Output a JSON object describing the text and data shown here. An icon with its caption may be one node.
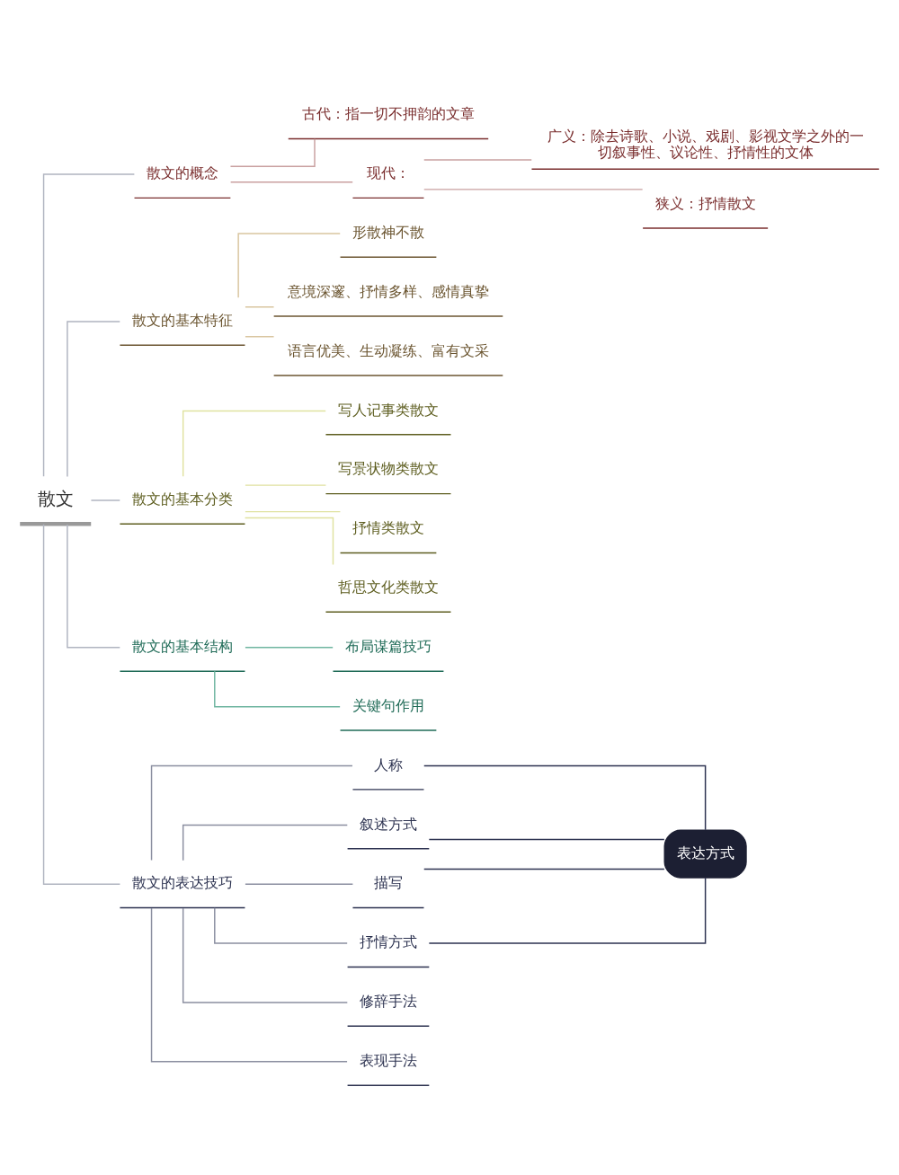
{
  "diagram": {
    "nodes": [
      {
        "text": [
          "散文"
        ]
      },
      {
        "text": [
          "散文的概念"
        ]
      },
      {
        "text": [
          "古代：指一切不押韵的文章"
        ]
      },
      {
        "text": [
          "现代："
        ]
      },
      {
        "text": [
          "广义：除去诗歌、小说、戏剧、影视文学之外的一切叙事性、议论性、抒情性的文体"
        ]
      },
      {
        "text": [
          "狭义：抒情散文"
        ]
      },
      {
        "text": [
          "散文的基本特征"
        ]
      },
      {
        "text": [
          "形散神不散"
        ]
      },
      {
        "text": [
          "意境深邃、抒情多样、感情真挚"
        ]
      },
      {
        "text": [
          "语言优美、生动凝练、富有文采"
        ]
      },
      {
        "text": [
          "散文的基本分类"
        ]
      },
      {
        "text": [
          "写人记事类散文"
        ]
      },
      {
        "text": [
          "写景状物类散文"
        ]
      },
      {
        "text": [
          "抒情类散文"
        ]
      },
      {
        "text": [
          "哲思文化类散文"
        ]
      },
      {
        "text": [
          "散文的基本结构"
        ]
      },
      {
        "text": [
          "布局谋篇技巧"
        ]
      },
      {
        "text": [
          "关键句作用"
        ]
      },
      {
        "text": [
          "散文的表达技巧"
        ]
      },
      {
        "text": [
          "人称"
        ]
      },
      {
        "text": [
          "叙述方式"
        ]
      },
      {
        "text": [
          "描写"
        ]
      },
      {
        "text": [
          "抒情方式"
        ]
      },
      {
        "text": [
          "修辞手法"
        ]
      },
      {
        "text": [
          "表现手法"
        ]
      },
      {
        "text": [
          "表达方式"
        ]
      }
    ],
    "edges": [
      {
        "from": 0,
        "to": 1,
        "arrow": "none",
        "color": "#b0b4c0"
      },
      {
        "from": 1,
        "to": 2,
        "arrow": "none",
        "color": "#c9a0a0"
      },
      {
        "from": 1,
        "to": 3,
        "arrow": "none",
        "color": "#c9a0a0"
      },
      {
        "from": 3,
        "to": 4,
        "arrow": "none",
        "color": "#c9a0a0"
      },
      {
        "from": 3,
        "to": 5,
        "arrow": "none",
        "color": "#c9a0a0"
      },
      {
        "from": 0,
        "to": 6,
        "arrow": "none",
        "color": "#b0b4c0"
      },
      {
        "from": 6,
        "to": 7,
        "arrow": "none",
        "color": "#d9c6a0"
      },
      {
        "from": 6,
        "to": 8,
        "arrow": "none",
        "color": "#d9c6a0"
      },
      {
        "from": 6,
        "to": 9,
        "arrow": "none",
        "color": "#d9c6a0"
      },
      {
        "from": 0,
        "to": 10,
        "arrow": "none",
        "color": "#b0b4c0"
      },
      {
        "from": 10,
        "to": 11,
        "arrow": "none",
        "color": "#e0e2a0"
      },
      {
        "from": 10,
        "to": 12,
        "arrow": "none",
        "color": "#e0e2a0"
      },
      {
        "from": 10,
        "to": 13,
        "arrow": "none",
        "color": "#e0e2a0"
      },
      {
        "from": 10,
        "to": 14,
        "arrow": "none",
        "color": "#e0e2a0"
      },
      {
        "from": 0,
        "to": 15,
        "arrow": "none",
        "color": "#b0b4c0"
      },
      {
        "from": 15,
        "to": 16,
        "arrow": "none",
        "color": "#6fb5a0"
      },
      {
        "from": 15,
        "to": 17,
        "arrow": "none",
        "color": "#6fb5a0"
      },
      {
        "from": 0,
        "to": 18,
        "arrow": "none",
        "color": "#b0b4c0"
      },
      {
        "from": 18,
        "to": 19,
        "arrow": "none",
        "color": "#8a8ea0"
      },
      {
        "from": 18,
        "to": 20,
        "arrow": "none",
        "color": "#8a8ea0"
      },
      {
        "from": 18,
        "to": 21,
        "arrow": "none",
        "color": "#8a8ea0"
      },
      {
        "from": 18,
        "to": 22,
        "arrow": "none",
        "color": "#8a8ea0"
      },
      {
        "from": 18,
        "to": 23,
        "arrow": "none",
        "color": "#8a8ea0"
      },
      {
        "from": 18,
        "to": 24,
        "arrow": "none",
        "color": "#8a8ea0"
      },
      {
        "from": 19,
        "to": 25,
        "arrow": "none",
        "color": "#2c3250"
      },
      {
        "from": 20,
        "to": 25,
        "arrow": "none",
        "color": "#2c3250"
      },
      {
        "from": 21,
        "to": 25,
        "arrow": "none",
        "color": "#2c3250"
      },
      {
        "from": 22,
        "to": 25,
        "arrow": "none",
        "color": "#2c3250"
      }
    ]
  }
}
